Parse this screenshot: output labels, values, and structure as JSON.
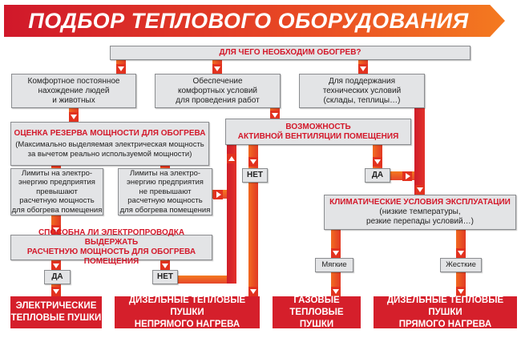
{
  "title": "ПОДБОР ТЕПЛОВОГО ОБОРУДОВАНИЯ",
  "question_main": "ДЛЯ ЧЕГО НЕОБХОДИМ ОБОГРЕВ?",
  "purposes": [
    {
      "l1": "Комфортное постоянное",
      "l2": "нахождение людей",
      "l3": "и животных"
    },
    {
      "l1": "Обеспечение",
      "l2": "комфортных условий",
      "l3": "для проведения работ"
    },
    {
      "l1": "Для поддержания",
      "l2": "технических условий",
      "l3": "(склады, теплицы…)"
    }
  ],
  "power_reserve": {
    "title": "ОЦЕНКА РЕЗЕРВА МОЩНОСТИ ДЛЯ ОБОГРЕВА",
    "l1": "(Максимально выделяемая электрическая мощность",
    "l2": "за вычетом реально используемой мощности)"
  },
  "ventilation": {
    "l1": "ВОЗМОЖНОСТЬ",
    "l2": "АКТИВНОЙ ВЕНТИЛЯЦИИ ПОМЕЩЕНИЯ"
  },
  "limits_exceed": {
    "l1": "Лимиты на электро-",
    "l2": "энергию предприятия",
    "l3": "превышают",
    "l4": "расчетную мощность",
    "l5": "для обогрева помещения"
  },
  "limits_not_exceed": {
    "l1": "Лимиты на электро-",
    "l2": "энергию предприятия",
    "l3": "не превышают",
    "l4": "расчетную мощность",
    "l5": "для обогрева помещения"
  },
  "wiring": {
    "l1": "СПОСОБНА ЛИ ЭЛЕКТРОПРОВОДКА ВЫДЕРЖАТЬ",
    "l2": "РАСЧЕТНУЮ МОЩНОСТЬ ДЛЯ ОБОГРЕВА ПОМЕЩЕНИЯ"
  },
  "climate": {
    "title": "КЛИМАТИЧЕСКИЕ УСЛОВИЯ ЭКСПЛУАТАЦИИ",
    "l1": "(низкие температуры,",
    "l2": "резкие перепады условий…)"
  },
  "answers": {
    "yes": "ДА",
    "no": "НЕТ",
    "mild": "Мягкие",
    "harsh": "Жесткие"
  },
  "results": [
    {
      "l1": "ЭЛЕКТРИЧЕСКИЕ",
      "l2": "ТЕПЛОВЫЕ ПУШКИ"
    },
    {
      "l1": "ДИЗЕЛЬНЫЕ ТЕПЛОВЫЕ ПУШКИ",
      "l2": "НЕПРЯМОГО НАГРЕВА"
    },
    {
      "l1": "ГАЗОВЫЕ",
      "l2": "ТЕПЛОВЫЕ ПУШКИ"
    },
    {
      "l1": "ДИЗЕЛЬНЫЕ ТЕПЛОВЫЕ ПУШКИ",
      "l2": "ПРЯМОГО НАГРЕВА"
    }
  ]
}
